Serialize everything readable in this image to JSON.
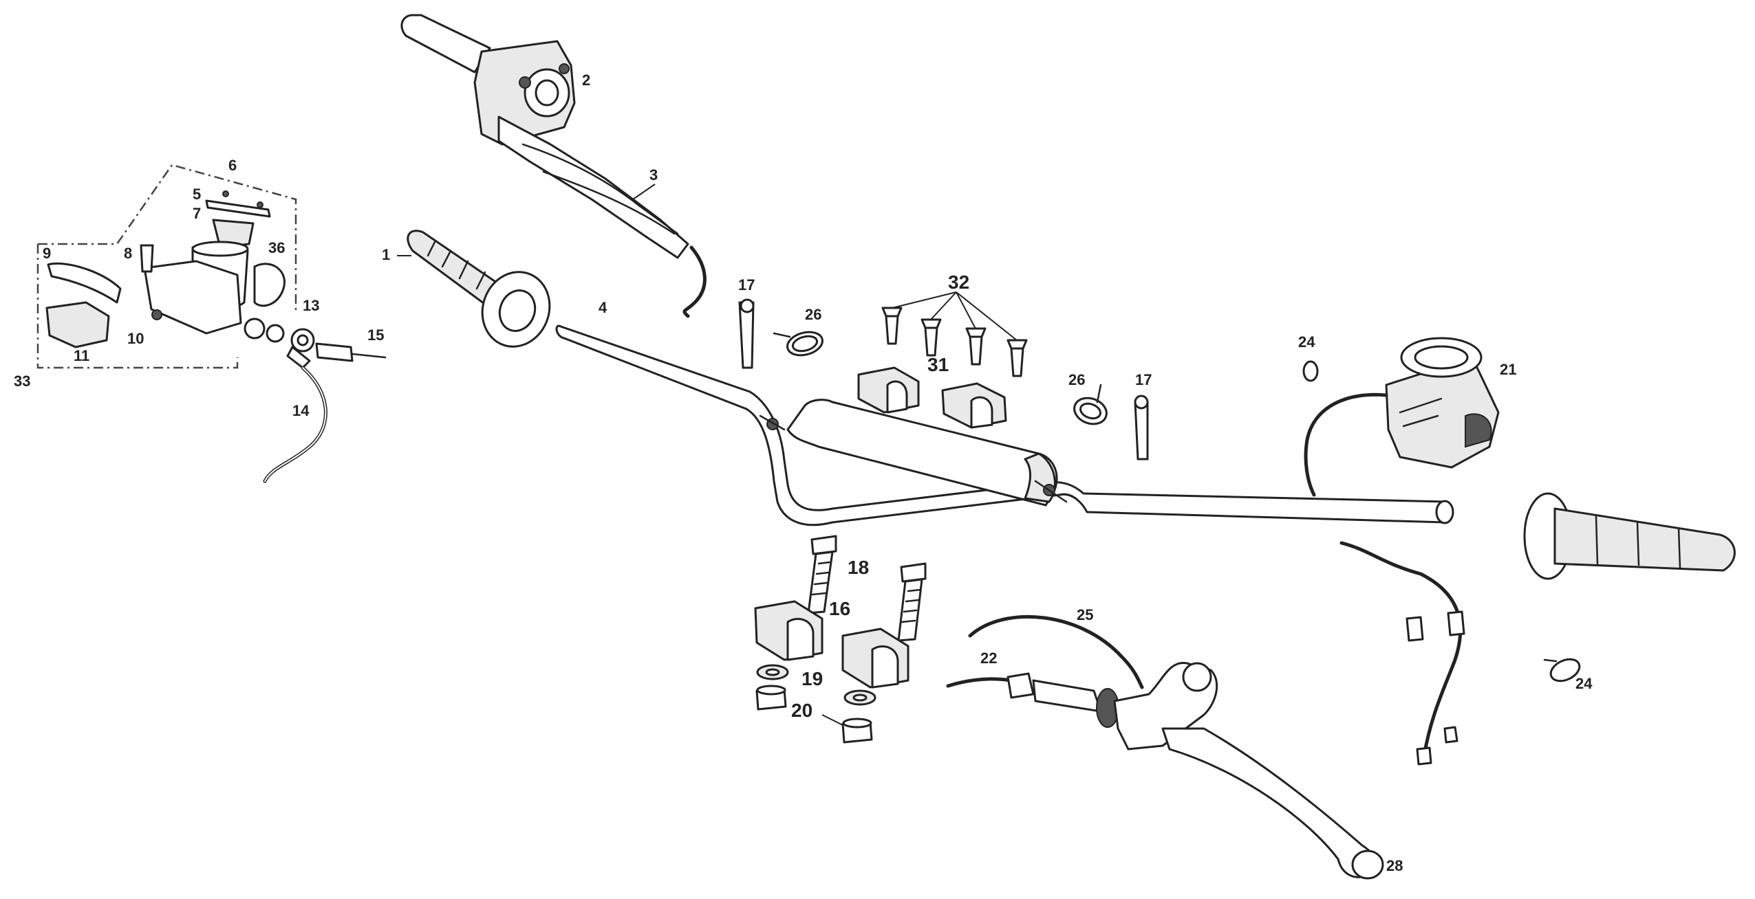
{
  "labels": {
    "l1": "1",
    "l2": "2",
    "l3": "3",
    "l4": "4",
    "l5": "5",
    "l6": "6",
    "l7": "7",
    "l8": "8",
    "l9": "9",
    "l10": "10",
    "l11": "11",
    "l13": "13",
    "l14": "14",
    "l15": "15",
    "l16": "16",
    "l17a": "17",
    "l17b": "17",
    "l18": "18",
    "l19": "19",
    "l20": "20",
    "l21": "21",
    "l22": "22",
    "l24a": "24",
    "l24b": "24",
    "l25": "25",
    "l26a": "26",
    "l26b": "26",
    "l28": "28",
    "l31": "31",
    "l32": "32",
    "l33": "33",
    "l36": "36"
  }
}
